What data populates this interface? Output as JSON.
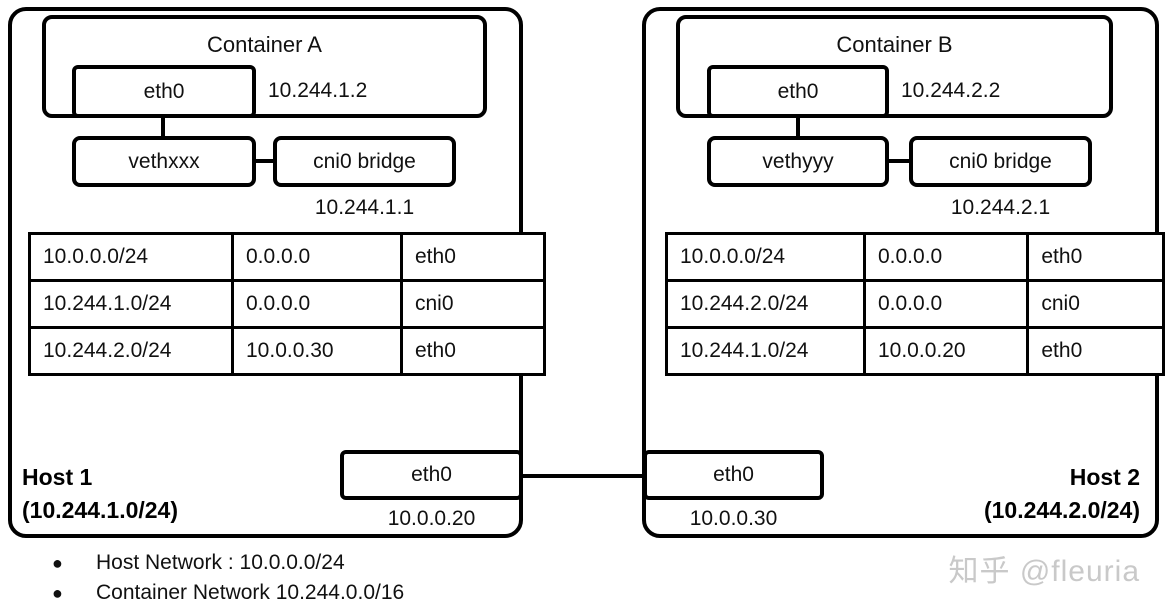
{
  "host1": {
    "name": "Host 1",
    "cidr": "(10.244.1.0/24)",
    "container": {
      "title": "Container A",
      "iface_label": "eth0",
      "ip": "10.244.1.2"
    },
    "veth_label": "vethxxx",
    "bridge_label": "cni0 bridge",
    "bridge_ip": "10.244.1.1",
    "route_table": {
      "rows": [
        [
          "10.0.0.0/24",
          "0.0.0.0",
          "eth0"
        ],
        [
          "10.244.1.0/24",
          "0.0.0.0",
          "cni0"
        ],
        [
          "10.244.2.0/24",
          "10.0.0.30",
          "eth0"
        ]
      ]
    },
    "host_iface": {
      "label": "eth0",
      "ip": "10.0.0.20"
    }
  },
  "host2": {
    "name": "Host 2",
    "cidr": "(10.244.2.0/24)",
    "container": {
      "title": "Container B",
      "iface_label": "eth0",
      "ip": "10.244.2.2"
    },
    "veth_label": "vethyyy",
    "bridge_label": "cni0 bridge",
    "bridge_ip": "10.244.2.1",
    "route_table": {
      "rows": [
        [
          "10.0.0.0/24",
          "0.0.0.0",
          "eth0"
        ],
        [
          "10.244.2.0/24",
          "0.0.0.0",
          "cni0"
        ],
        [
          "10.244.1.0/24",
          "10.0.0.20",
          "eth0"
        ]
      ]
    },
    "host_iface": {
      "label": "eth0",
      "ip": "10.0.0.30"
    }
  },
  "notes": {
    "bullets": [
      "Host Network : 10.0.0.0/24",
      "Container Network 10.244.0.0/16"
    ]
  },
  "watermark": "知乎 @fleuria",
  "colors": {
    "line": "#000000",
    "text": "#111111",
    "watermark": "#c9c9c9",
    "background": "#ffffff"
  }
}
